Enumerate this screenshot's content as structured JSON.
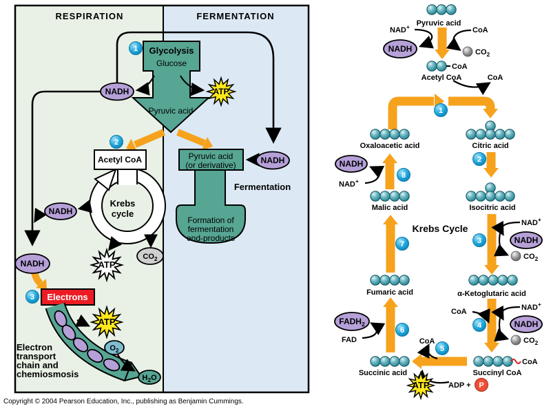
{
  "molecules": {
    "nadh": "NADH",
    "nad": "NAD",
    "plus": "+",
    "atp": "ATP",
    "coa": "CoA",
    "fad": "FAD",
    "fadh": "FADH",
    "two": "2",
    "co": "CO",
    "o": "O",
    "h": "H",
    "p": "P",
    "adp": "ADP +"
  },
  "left_panel": {
    "title_respiration": "RESPIRATION",
    "title_fermentation": "FERMENTATION",
    "steps": {
      "s1": "1",
      "s2": "2",
      "s3": "3"
    },
    "glycolysis": {
      "title": "Glycolysis",
      "substrate": "Glucose",
      "product": "Pyruvic acid"
    },
    "acetyl_box": "Acetyl CoA",
    "krebs": {
      "line1": "Krebs",
      "line2": "cycle"
    },
    "electrons_box": "Electrons",
    "etc": {
      "line1": "Electron",
      "line2": "transport",
      "line3": "chain and",
      "line4": "chemiosmosis"
    },
    "fermentation": {
      "box_line1": "Pyruvic acid",
      "box_line2": "(or derivative)",
      "label": "Fermentation",
      "blob_line1": "Formation of",
      "blob_line2": "fermentation",
      "blob_line3": "end-products"
    }
  },
  "right_panel": {
    "title": "Krebs Cycle",
    "steps": [
      "1",
      "2",
      "3",
      "4",
      "5",
      "6",
      "7",
      "8"
    ],
    "compounds": [
      {
        "name": "Pyruvic acid",
        "carbons": 3,
        "arrangement": "3"
      },
      {
        "name": "Acetyl CoA",
        "carbons": 2,
        "arrangement": "2"
      },
      {
        "name": "Citric acid",
        "carbons": 6,
        "arrangement": "5+1"
      },
      {
        "name": "Isocitric acid",
        "carbons": 6,
        "arrangement": "5+1"
      },
      {
        "name": "α-Ketoglutaric acid",
        "carbons": 5,
        "arrangement": "5"
      },
      {
        "name": "Succinyl CoA",
        "carbons": 4,
        "arrangement": "4"
      },
      {
        "name": "Succinic acid",
        "carbons": 4,
        "arrangement": "4"
      },
      {
        "name": "Fumaric acid",
        "carbons": 4,
        "arrangement": "4"
      },
      {
        "name": "Malic acid",
        "carbons": 4,
        "arrangement": "4"
      },
      {
        "name": "Oxaloacetic acid",
        "carbons": 4,
        "arrangement": "4"
      }
    ]
  },
  "footer": {
    "copyright": "Copyright © 2004 Pearson Education, Inc., publishing as Benjamin Cummings."
  },
  "colors": {
    "respiration_bg": "#E9F1E6",
    "fermentation_bg": "#DCE9F5",
    "teal_shape": "#57A593",
    "orange_arrow": "#F6A21D",
    "purple_oval": "#B5A0D8",
    "badge_blue": "#1FA7DC",
    "electrons_red": "#ED1C24",
    "atp_yellow": "#FFE81C",
    "sphere_teal": "#23808F",
    "p_red": "#F04E37"
  }
}
